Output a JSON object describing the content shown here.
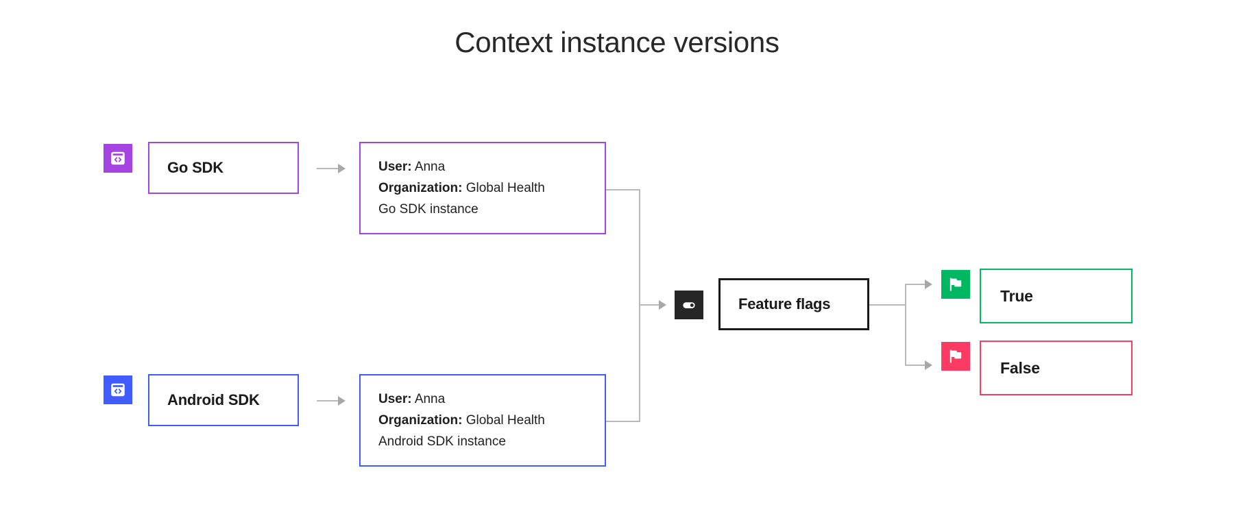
{
  "title": "Context instance versions",
  "colors": {
    "purple": "#A544E0",
    "blue": "#405BFF",
    "black": "#1A1A1A",
    "green": "#00B862",
    "pink": "#FB3B64",
    "connector": "#B9B9B9"
  },
  "flows": [
    {
      "id": "go-sdk",
      "icon": "code-window-icon",
      "icon_color": "#A544E0",
      "sdk_label": "Go SDK",
      "detail": {
        "line1_key": "User:",
        "line1_value": "Anna",
        "line2_key": "Organization:",
        "line2_value": "Global Health",
        "line3": "Go SDK instance"
      }
    },
    {
      "id": "android-sdk",
      "icon": "code-window-icon",
      "icon_color": "#405BFF",
      "sdk_label": "Android SDK",
      "detail": {
        "line1_key": "User:",
        "line1_value": "Anna",
        "line2_key": "Organization:",
        "line2_value": "Global Health",
        "line3": "Android SDK instance"
      }
    }
  ],
  "evaluator": {
    "icon": "toggle-switch-icon",
    "icon_color": "#262626",
    "label": "Feature flags"
  },
  "outcomes": [
    {
      "id": "true",
      "icon": "flag-icon",
      "icon_color": "#00B862",
      "label": "True"
    },
    {
      "id": "false",
      "icon": "flag-icon",
      "icon_color": "#FB3B64",
      "label": "False"
    }
  ]
}
